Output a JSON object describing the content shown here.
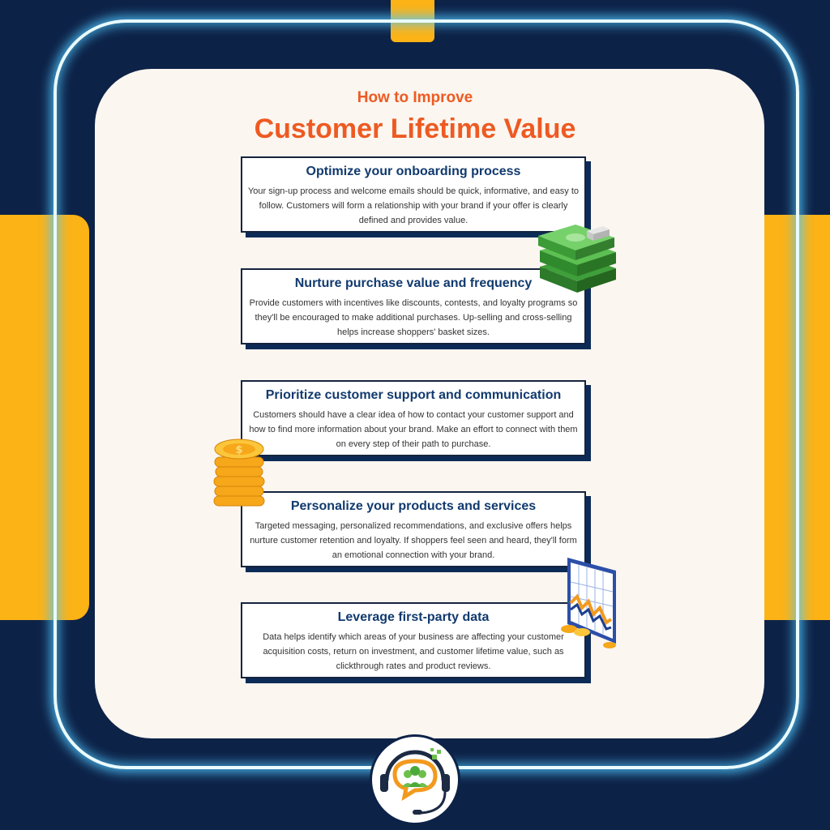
{
  "header": {
    "subtitle": "How to Improve",
    "title": "Customer Lifetime Value"
  },
  "tips": [
    {
      "heading": "Optimize your onboarding process",
      "body": "Your sign-up process and welcome emails should be quick, informative, and easy to follow. Customers will form a relationship with your brand if your offer is clearly defined and provides value."
    },
    {
      "heading": "Nurture purchase value and frequency",
      "body": "Provide customers with incentives like discounts, contests, and loyalty programs so they'll be encouraged to make additional purchases. Up-selling and cross-selling helps increase shoppers' basket sizes."
    },
    {
      "heading": "Prioritize customer support and communication",
      "body": "Customers should have a clear idea of how to contact your customer support and how to find more information about your brand. Make an effort to connect with them on every step of their path to purchase."
    },
    {
      "heading": "Personalize your products and services",
      "body": "Targeted messaging, personalized recommendations, and exclusive offers helps nurture customer retention and loyalty. If shoppers feel seen and heard, they'll form an emotional connection with your brand."
    },
    {
      "heading": "Leverage first-party data",
      "body": "Data helps identify which areas of your business are affecting your customer acquisition costs, return on investment, and customer lifetime value, such as clickthrough rates and product reviews."
    }
  ],
  "illustrations": {
    "cash": "cash-stack-icon",
    "coins": "coin-stack-icon",
    "chart": "chart-monitor-icon",
    "logo": "customer-support-logo-icon"
  },
  "colors": {
    "background": "#0d2247",
    "accent": "#fcb315",
    "title": "#ee5a22",
    "heading": "#113a6e",
    "neon": "#e8fbff"
  }
}
